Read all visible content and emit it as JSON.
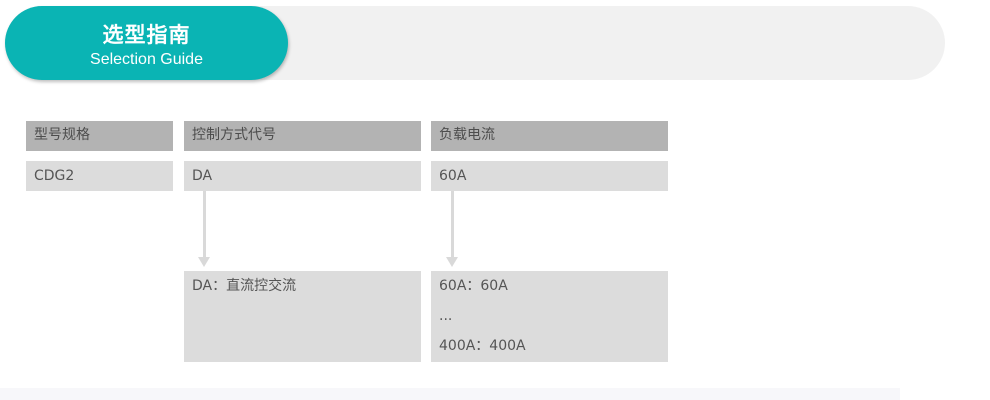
{
  "banner": {
    "title": "选型指南",
    "subtitle": "Selection Guide",
    "accent_color": "#0ab4b4"
  },
  "table": {
    "headers": [
      "型号规格",
      "控制方式代号",
      "负载电流"
    ],
    "values": [
      "CDG2",
      "DA",
      "60A"
    ],
    "control_details": [
      "DA：直流控交流"
    ],
    "current_details": [
      "60A：60A",
      "...",
      "400A：400A"
    ]
  }
}
